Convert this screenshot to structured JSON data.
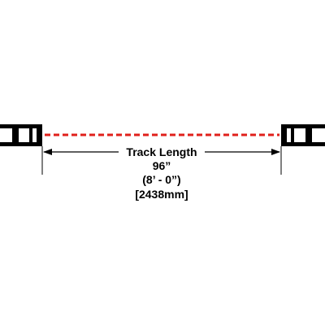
{
  "diagram": {
    "label": "Track Length",
    "length_in": "96”",
    "length_ft": "(8’ - 0”)",
    "length_mm": "[2438mm]"
  },
  "colors": {
    "track": "#000000",
    "centerline": "#e0201b",
    "background": "#ffffff"
  }
}
